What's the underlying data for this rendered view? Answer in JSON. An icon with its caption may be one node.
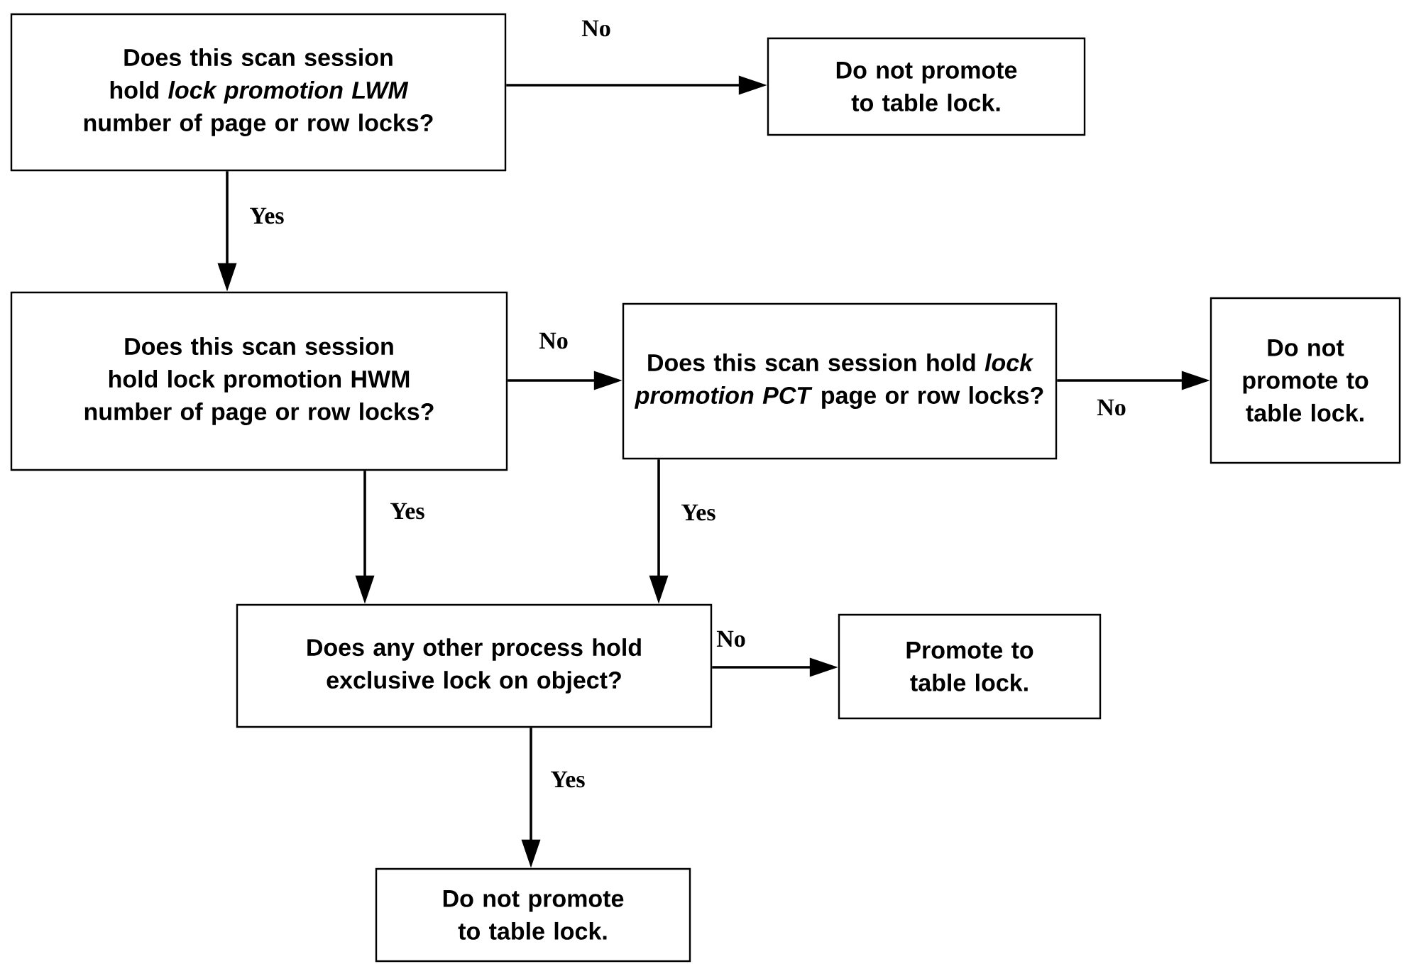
{
  "diagram": {
    "nodes": [
      {
        "text": [
          "Does this scan session hold *lock promotion LWM* number of page or row locks?"
        ]
      },
      {
        "text": [
          "Do not promote to table lock."
        ]
      },
      {
        "text": [
          "Does this scan session hold lock promotion HWM number of page or row locks?"
        ]
      },
      {
        "text": [
          "Does this scan session hold *lock promotion PCT* page or row locks?"
        ]
      },
      {
        "text": [
          "Do not promote to table lock."
        ]
      },
      {
        "text": [
          "Does any other process hold exclusive lock on object?"
        ]
      },
      {
        "text": [
          "Promote to table lock."
        ]
      },
      {
        "text": [
          "Do not promote to table lock."
        ]
      }
    ],
    "edges": [
      {
        "from": 0,
        "to": 1,
        "arrow": "to",
        "label": "No"
      },
      {
        "from": 0,
        "to": 2,
        "arrow": "to",
        "label": "Yes"
      },
      {
        "from": 2,
        "to": 3,
        "arrow": "to",
        "label": "No"
      },
      {
        "from": 3,
        "to": 4,
        "arrow": "to",
        "label": "No"
      },
      {
        "from": 2,
        "to": 5,
        "arrow": "to",
        "label": "Yes"
      },
      {
        "from": 3,
        "to": 5,
        "arrow": "to",
        "label": "Yes"
      },
      {
        "from": 5,
        "to": 6,
        "arrow": "to",
        "label": "No"
      },
      {
        "from": 5,
        "to": 7,
        "arrow": "to",
        "label": "Yes"
      }
    ]
  }
}
